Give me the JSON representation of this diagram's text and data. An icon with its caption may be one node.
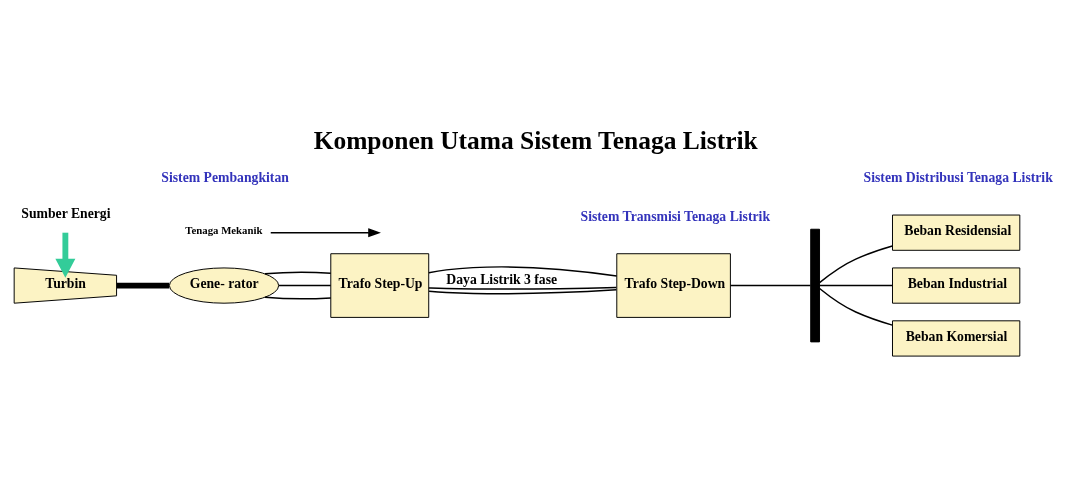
{
  "diagram": {
    "title": "Komponen Utama Sistem Tenaga Listrik",
    "nodes": [
      {
        "text": [
          "Sumber Energi"
        ]
      },
      {
        "text": [
          "Tenaga Mekanik"
        ]
      },
      {
        "text": [
          "Turbin"
        ]
      },
      {
        "text": [
          "Gene- rator"
        ]
      },
      {
        "text": [
          "Trafo Step-Up"
        ]
      },
      {
        "text": [
          "Trafo Step-Down"
        ]
      },
      {
        "text": [],
        "shape": "bar"
      },
      {
        "text": [
          "Beban Residensial"
        ]
      },
      {
        "text": [
          "Beban Industrial"
        ]
      },
      {
        "text": [
          "Beban Komersial"
        ]
      }
    ],
    "edges": [
      {
        "from": 0,
        "to": 2,
        "arrow": "to",
        "style": "thick",
        "color": "#33cc99"
      },
      {
        "from": 1,
        "to": null,
        "arrow": "to"
      },
      {
        "from": 2,
        "to": 3,
        "arrow": "none",
        "style": "thick"
      },
      {
        "from": 3,
        "to": 4,
        "arrow": "none"
      },
      {
        "from": 3,
        "to": 4,
        "arrow": "none"
      },
      {
        "from": 3,
        "to": 4,
        "arrow": "none"
      },
      {
        "from": 4,
        "to": 5,
        "arrow": "none"
      },
      {
        "from": 4,
        "to": 5,
        "arrow": "none",
        "label": "Daya Listrik 3 fase"
      },
      {
        "from": 4,
        "to": 5,
        "arrow": "none"
      },
      {
        "from": 5,
        "to": 6,
        "arrow": "none"
      },
      {
        "from": 6,
        "to": 7,
        "arrow": "none"
      },
      {
        "from": 6,
        "to": 8,
        "arrow": "none"
      },
      {
        "from": 6,
        "to": 9,
        "arrow": "none"
      }
    ],
    "labels": [
      "Sistem Pembangkitan",
      "Sistem Transmisi Tenaga Listrik",
      "Sistem Distribusi Tenaga Listrik"
    ]
  }
}
